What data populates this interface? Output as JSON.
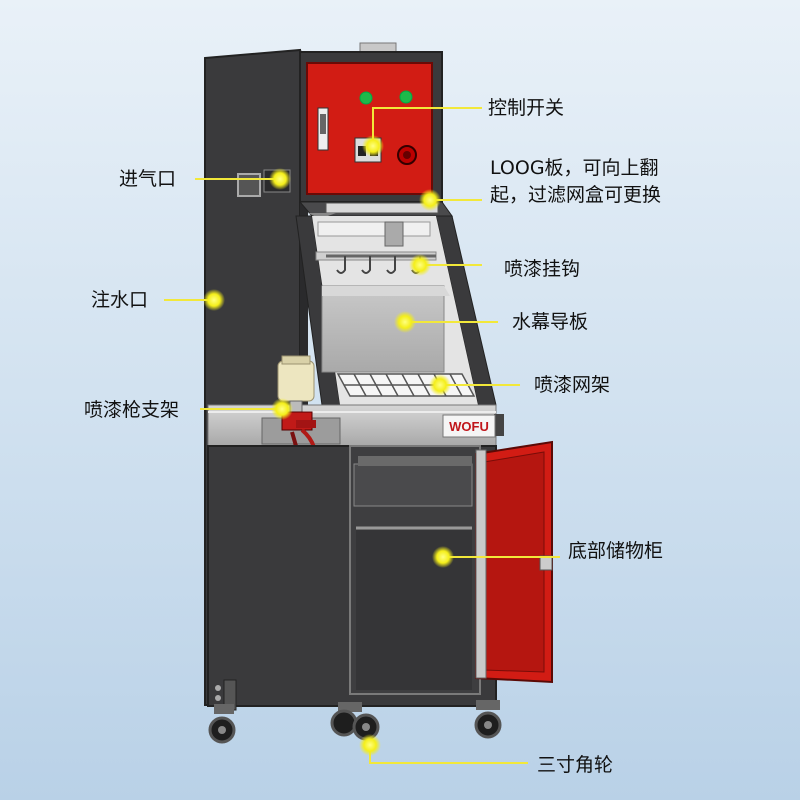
{
  "labels": {
    "control_switch": "控制开关",
    "loog_board": "LOOG板，可向上翻起，过滤网盒可更换",
    "air_inlet": "进气口",
    "paint_hook": "喷漆挂钩",
    "water_inlet": "注水口",
    "water_curtain_guide": "水幕导板",
    "paint_rack": "喷漆网架",
    "spray_gun_holder": "喷漆枪支架",
    "bottom_cabinet": "底部储物柜",
    "casters": "三寸角轮"
  },
  "brand": "WOFU",
  "colors": {
    "cabinet_body": "#3a3a3c",
    "red_panel": "#d21c14",
    "steel": "#bdbdbd",
    "marker": "#f4ee1a",
    "leader_line": "#f2e83a"
  }
}
